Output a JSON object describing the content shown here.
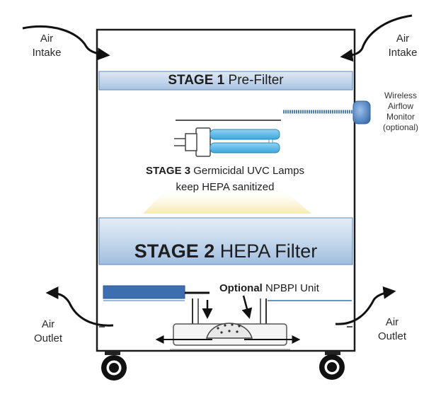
{
  "labels": {
    "air_intake_left": [
      "Air",
      "Intake"
    ],
    "air_intake_right": [
      "Air",
      "Intake"
    ],
    "air_outlet_left": [
      "Air",
      "Outlet"
    ],
    "air_outlet_right": [
      "Air",
      "Outlet"
    ],
    "wireless_monitor": [
      "Wireless",
      "Airflow",
      "Monitor",
      "(optional)"
    ]
  },
  "stage1": {
    "title": "STAGE 1",
    "name": "Pre-Filter"
  },
  "stage2": {
    "title": "STAGE 2",
    "name": "HEPA Filter"
  },
  "stage3": {
    "title": "STAGE 3",
    "name": "Germicidal UVC Lamps",
    "line2": "keep HEPA sanitized"
  },
  "npbpi": {
    "title": "Optional",
    "name": "NPBPI Unit"
  },
  "colors": {
    "housing": "#1b1b1b",
    "filter_fill": "#c9dcef",
    "filter_edge": "#5b87b8",
    "lamp_blue": "#5ab8e6",
    "monitor_blue": "#4a7fc1",
    "npbpi_blue": "#3d6fb0"
  }
}
